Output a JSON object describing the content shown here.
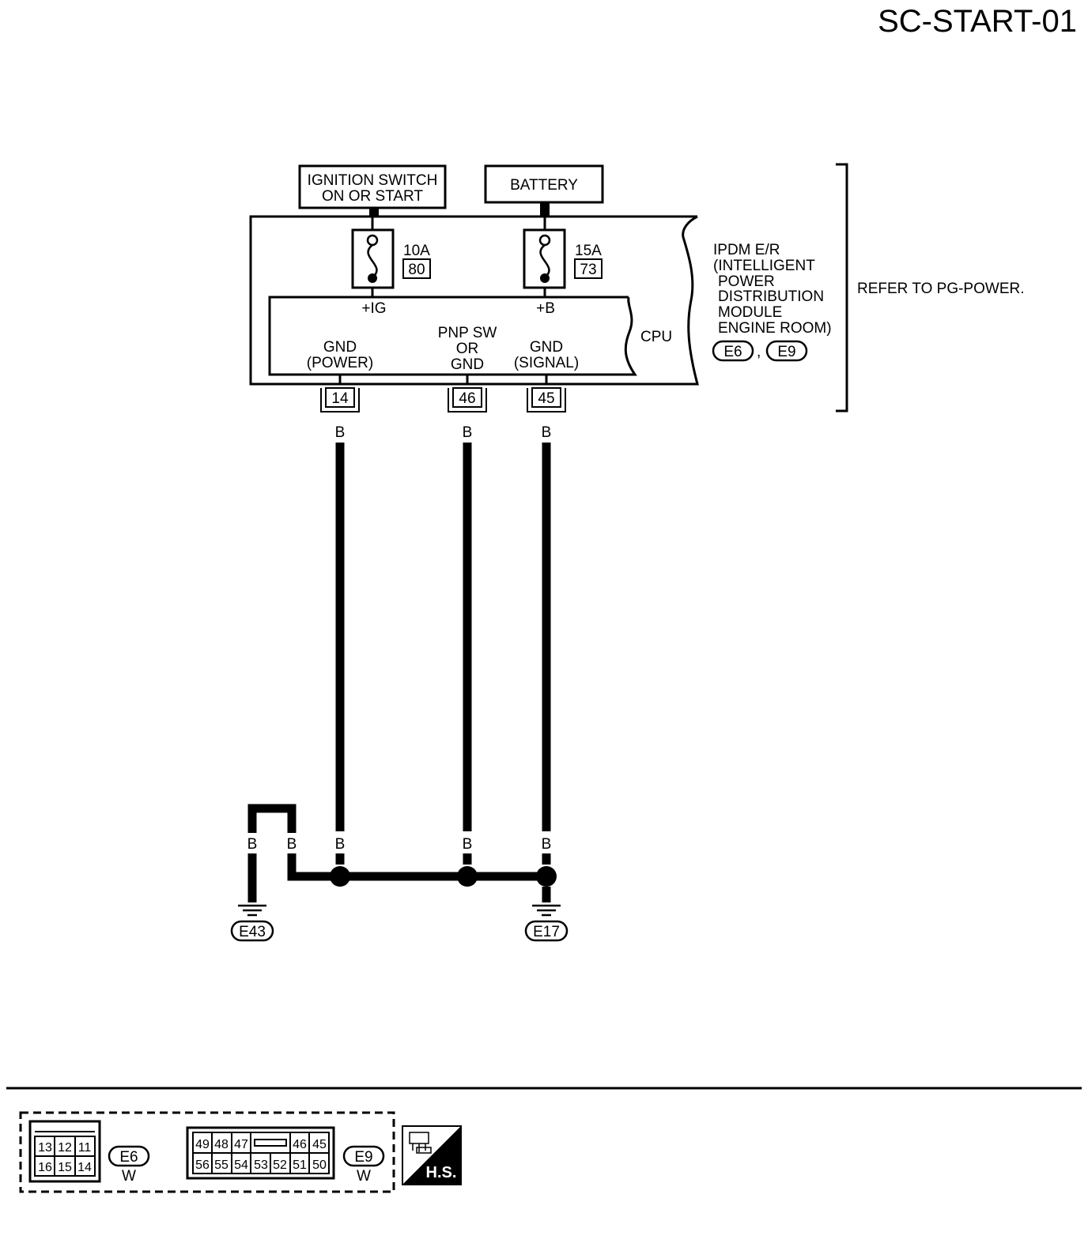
{
  "title": "SC-START-01",
  "ignition_switch": {
    "line1": "IGNITION SWITCH",
    "line2": "ON OR START"
  },
  "battery": "BATTERY",
  "fuse_ig": {
    "rating": "10A",
    "number": "80",
    "terminal": "+IG"
  },
  "fuse_b": {
    "rating": "15A",
    "number": "73",
    "terminal": "+B"
  },
  "cpu": "CPU",
  "ipdm": {
    "lines": [
      "IPDM E/R",
      "(INTELLIGENT",
      "POWER",
      "DISTRIBUTION",
      "MODULE",
      "ENGINE ROOM)"
    ],
    "connectors": [
      "E6",
      "E9"
    ],
    "separator": ","
  },
  "refer": "REFER TO PG-POWER.",
  "terminals": [
    {
      "number": "14",
      "line1": "GND",
      "line2": "(POWER)",
      "line3": "",
      "wire": "B"
    },
    {
      "number": "46",
      "line1": "PNP SW",
      "line2": "OR",
      "line3": "GND",
      "wire": "B"
    },
    {
      "number": "45",
      "line1": "GND",
      "line2": "(SIGNAL)",
      "line3": "",
      "wire": "B"
    }
  ],
  "lower_wire_colors": [
    "B",
    "B",
    "B",
    "B",
    "B"
  ],
  "grounds": [
    "E43",
    "E17"
  ],
  "connector_e6": {
    "id": "E6",
    "color": "W",
    "top_row": [
      "13",
      "12",
      "11"
    ],
    "bottom_row": [
      "16",
      "15",
      "14"
    ]
  },
  "connector_e9": {
    "id": "E9",
    "color": "W",
    "top_row": [
      "49",
      "48",
      "47",
      "46",
      "45"
    ],
    "bottom_row": [
      "56",
      "55",
      "54",
      "53",
      "52",
      "51",
      "50"
    ]
  },
  "hs_icon": {
    "label": "H.S."
  }
}
